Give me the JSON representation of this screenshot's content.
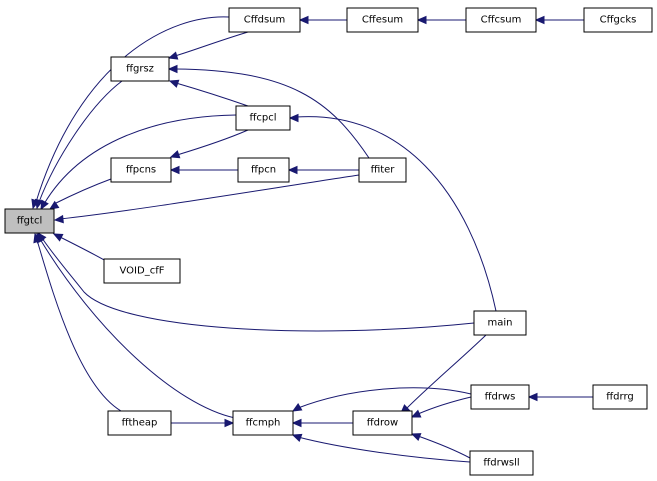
{
  "colors": {
    "edge": "#191970",
    "root_fill": "#bfbfbf",
    "node_fill": "#ffffff",
    "node_border": "#000000"
  },
  "nodes": {
    "ffgtcl": "ffgtcl",
    "cffdsum": "Cffdsum",
    "cffesum": "Cffesum",
    "cffcsum": "Cffcsum",
    "cffgcks": "Cffgcks",
    "ffgrsz": "ffgrsz",
    "ffcpcl": "ffcpcl",
    "ffpcns": "ffpcns",
    "ffpcn": "ffpcn",
    "ffiter": "ffiter",
    "void_cff": "VOID_cfF",
    "main": "main",
    "ffdrws": "ffdrws",
    "ffdrrg": "ffdrrg",
    "fftheap": "fftheap",
    "ffcmph": "ffcmph",
    "ffdrow": "ffdrow",
    "ffdrwsll": "ffdrwsll"
  },
  "edges": [
    [
      "cffdsum",
      "ffgtcl"
    ],
    [
      "ffgrsz",
      "ffgtcl"
    ],
    [
      "ffcpcl",
      "ffgtcl"
    ],
    [
      "ffpcns",
      "ffgtcl"
    ],
    [
      "ffiter",
      "ffgtcl"
    ],
    [
      "void_cff",
      "ffgtcl"
    ],
    [
      "main",
      "ffgtcl"
    ],
    [
      "fftheap",
      "ffgtcl"
    ],
    [
      "ffcmph",
      "ffgtcl"
    ],
    [
      "cffesum",
      "cffdsum"
    ],
    [
      "cffcsum",
      "cffesum"
    ],
    [
      "cffgcks",
      "cffcsum"
    ],
    [
      "cffdsum",
      "ffgrsz"
    ],
    [
      "ffcpcl",
      "ffgrsz"
    ],
    [
      "ffiter",
      "ffgrsz"
    ],
    [
      "ffcpcl",
      "ffpcns"
    ],
    [
      "ffpcn",
      "ffpcns"
    ],
    [
      "ffiter",
      "ffpcn"
    ],
    [
      "main",
      "ffcpcl"
    ],
    [
      "main",
      "ffdrow"
    ],
    [
      "ffdrow",
      "ffcmph"
    ],
    [
      "ffdrws",
      "ffcmph"
    ],
    [
      "ffdrwsll",
      "ffcmph"
    ],
    [
      "fftheap",
      "ffcmph"
    ],
    [
      "ffdrws",
      "ffdrow"
    ],
    [
      "ffdrwsll",
      "ffdrow"
    ],
    [
      "ffdrrg",
      "ffdrws"
    ]
  ]
}
